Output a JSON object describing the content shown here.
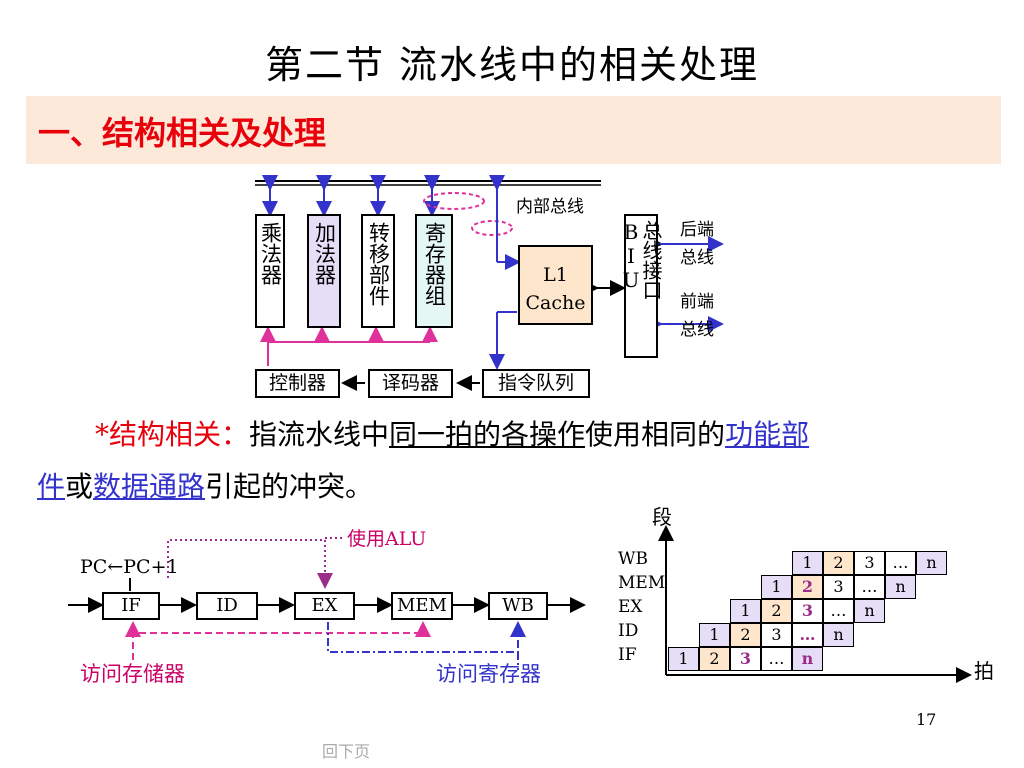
{
  "title": "第二节  流水线中的相关处理",
  "section_heading": "一、结构相关及处理",
  "block_diagram": {
    "units": [
      "乘法器",
      "加法器",
      "转移部件",
      "寄存器组"
    ],
    "cache": [
      "L1",
      "Cache"
    ],
    "internal_bus": "内部总线",
    "biu": "总线接口BIU",
    "backend_bus": [
      "后端",
      "总线"
    ],
    "frontend_bus": [
      "前端",
      "总线"
    ],
    "controls": [
      "控制器",
      "译码器",
      "指令队列"
    ]
  },
  "definition": {
    "star": "*",
    "term": "结构相关：",
    "text1": "指流水线中",
    "text2": "同一拍的各操作",
    "text3": "使用相同的",
    "link1a": "功能部",
    "link1b": "件",
    "text4": "或",
    "link2": "数据通路",
    "text5": "引起的冲突。"
  },
  "pipeline": {
    "pc": "PC←PC+1",
    "stages": [
      "IF",
      "ID",
      "EX",
      "MEM",
      "WB"
    ],
    "use_alu": "使用ALU",
    "mem_access": "访问存储器",
    "reg_access": "访问寄存器"
  },
  "timing": {
    "y_label": "段",
    "x_label": "拍",
    "rows": [
      {
        "stage": "WB",
        "cells": [
          "1",
          "2",
          "3",
          "…",
          "n"
        ]
      },
      {
        "stage": "MEM",
        "cells": [
          "1",
          "2",
          "3",
          "…",
          "n"
        ]
      },
      {
        "stage": "EX",
        "cells": [
          "1",
          "2",
          "3",
          "…",
          "n"
        ]
      },
      {
        "stage": "ID",
        "cells": [
          "1",
          "2",
          "3",
          "…",
          "n"
        ]
      },
      {
        "stage": "IF",
        "cells": [
          "1",
          "2",
          "3",
          "…",
          "n"
        ]
      }
    ],
    "colors": {
      "lavender": "#e6ddf7",
      "peach": "#fde6cc",
      "highlight": "#9b2c8a"
    }
  },
  "page_number": "17",
  "nav_back": "回下页"
}
